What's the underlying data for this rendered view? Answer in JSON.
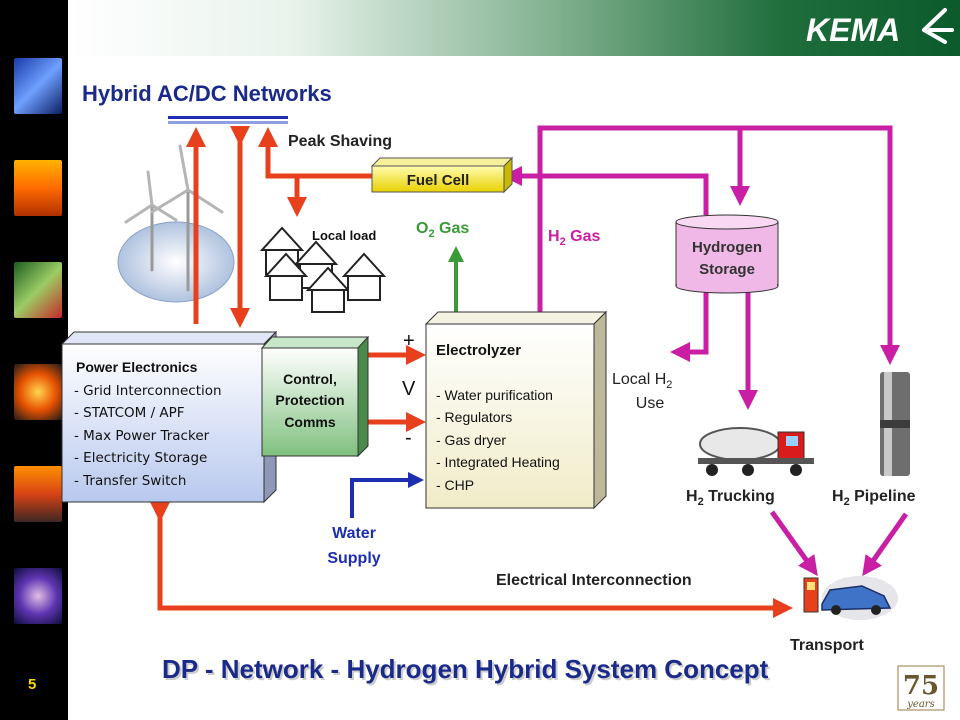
{
  "header": {
    "logo_text": "KEMA",
    "title": "Hybrid AC/DC Networks"
  },
  "slide_number": "5",
  "footer_title": "DP - Network - Hydrogen Hybrid System Concept",
  "anniversary_badge": {
    "number": "75",
    "word": "years"
  },
  "labels": {
    "peak_shaving": "Peak Shaving",
    "fuel_cell": "Fuel Cell",
    "local_load": "Local load",
    "o2_gas": "O",
    "o2_gas_sub": "2",
    "o2_gas_tail": " Gas",
    "h2_gas": "H",
    "h2_gas_sub": "2",
    "h2_gas_tail": " Gas",
    "hydrogen_storage_1": "Hydrogen",
    "hydrogen_storage_2": "Storage",
    "local_h2_use_1": "Local H",
    "local_h2_use_sub": "2",
    "local_h2_use_2": "Use",
    "h2_trucking": "H",
    "h2_trucking_sub": "2",
    "h2_trucking_tail": " Trucking",
    "h2_pipeline": "H",
    "h2_pipeline_sub": "2",
    "h2_pipeline_tail": " Pipeline",
    "water_supply_1": "Water",
    "water_supply_2": "Supply",
    "electrical_interconnection": "Electrical Interconnection",
    "transport": "Transport",
    "plus": "+",
    "v": "V",
    "minus": "-"
  },
  "power_electronics": {
    "title": "Power Electronics",
    "items": [
      "- Grid Interconnection",
      "- STATCOM / APF",
      "- Max Power Tracker",
      "- Electricity Storage",
      "- Transfer Switch"
    ]
  },
  "control_box": {
    "line1": "Control,",
    "line2": "Protection",
    "line3": "Comms"
  },
  "electrolyzer": {
    "title": "Electrolyzer",
    "items": [
      "- Water purification",
      "- Regulators",
      "- Gas dryer",
      "- Integrated Heating",
      "- CHP"
    ]
  },
  "colors": {
    "arrow_red": "#e8401c",
    "h2_magenta": "#c81fa4",
    "o2_green": "#3a9a3a",
    "water_blue": "#1d2fb0",
    "title_green": "#0b5a2c",
    "title_blue": "#1a2a8a",
    "fuel_cell_yellow": "#f5e83c"
  }
}
